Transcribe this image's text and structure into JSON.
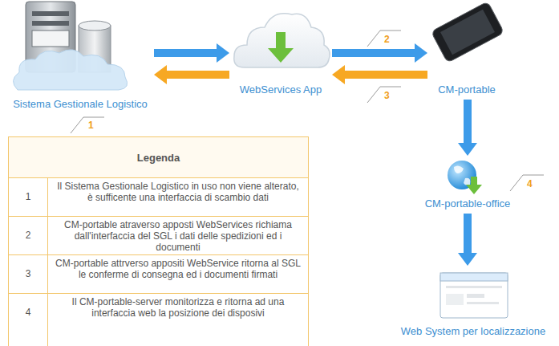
{
  "diagram": {
    "nodes": [
      {
        "text": [
          "Sistema Gestionale Logistico"
        ]
      },
      {
        "text": [
          "WebServices App"
        ]
      },
      {
        "text": [
          "CM-portable"
        ]
      },
      {
        "text": [
          "CM-portable-office"
        ]
      },
      {
        "text": [
          "Web System per localizzazione"
        ]
      }
    ],
    "edges": [
      {
        "from": 0,
        "to": 1,
        "arrow": "to"
      },
      {
        "from": 1,
        "to": 0,
        "arrow": "to"
      },
      {
        "from": 1,
        "to": 2,
        "arrow": "to"
      },
      {
        "from": 2,
        "to": 1,
        "arrow": "to"
      },
      {
        "from": 2,
        "to": 3,
        "arrow": "to"
      },
      {
        "from": 3,
        "to": 4,
        "arrow": "to"
      }
    ],
    "labels": [
      "1",
      "2",
      "3",
      "4",
      "Legenda",
      "1",
      "Il Sistema Gestionale Logistico in uso non viene alterato, è sufficente una interfaccia di scambio dati",
      "2",
      "CM-portable atraverso apposti WebServices richiama dall'interfaccia del SGL i dati delle spedizioni ed i documenti",
      "3",
      "CM-portable attrverso appositi WebService ritorna al SGL le conferme di consegna ed i documenti firmati",
      "4",
      "Il CM-portable-server monitorizza e ritorna ad una interfaccia web la posizione dei disposivi"
    ]
  }
}
